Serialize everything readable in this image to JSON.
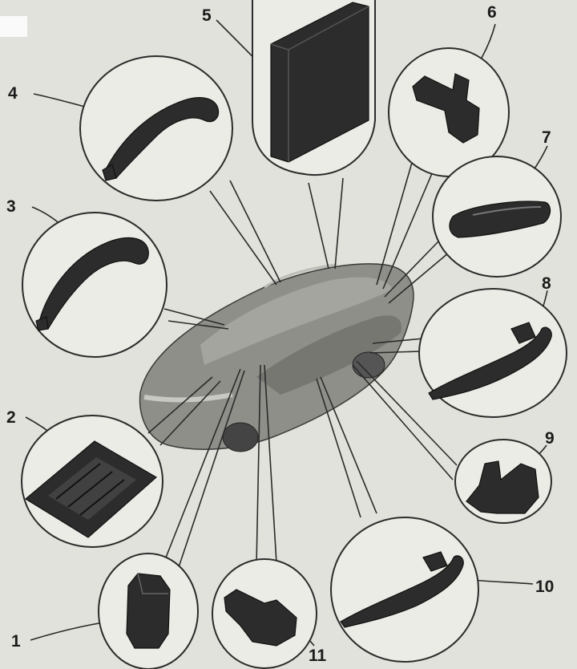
{
  "figure": {
    "callout_numbers": [
      "1",
      "2",
      "3",
      "4",
      "5",
      "6",
      "7",
      "8",
      "9",
      "10",
      "11"
    ]
  },
  "colors": {
    "background": "#e2e2dc",
    "car_body": "#8f8f8a",
    "part": "#2c2c2c",
    "outline": "#2b2b2b"
  },
  "icons": {
    "1": "sensor-block-icon",
    "2": "control-panel-icon",
    "3": "rear-door-handle-icon",
    "4": "front-door-handle-icon",
    "5": "control-unit-box-icon",
    "6": "lock-actuator-icon",
    "7": "handle-strip-icon",
    "8": "outside-door-handle-icon",
    "9": "lock-actuator-icon",
    "10": "outside-door-handle-icon",
    "11": "switch-module-icon"
  }
}
